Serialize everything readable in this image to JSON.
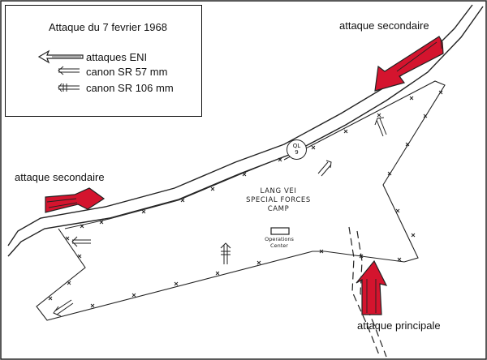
{
  "legend": {
    "title": "Attaque du 7 fevrier 1968",
    "items": [
      {
        "label": "attaques ENI",
        "icon": "enemy-attack-arrow-icon"
      },
      {
        "label": "canon SR 57 mm",
        "icon": "sr57-gun-icon"
      },
      {
        "label": "canon SR 106 mm",
        "icon": "sr106-gun-icon"
      }
    ]
  },
  "labels": {
    "secondary_top": "attaque secondaire",
    "secondary_left": "attaque secondaire",
    "main_attack": "attaque principale"
  },
  "camp": {
    "line1": "LANG VEI",
    "line2": "SPECIAL FORCES",
    "line3": "CAMP"
  },
  "operations": {
    "line1": "Operations",
    "line2": "Center"
  },
  "route_sign": {
    "line1": "QL",
    "line2": "9"
  },
  "colors": {
    "attack_arrow_fill": "#d4142e",
    "ink": "#222222",
    "background": "#ffffff"
  }
}
